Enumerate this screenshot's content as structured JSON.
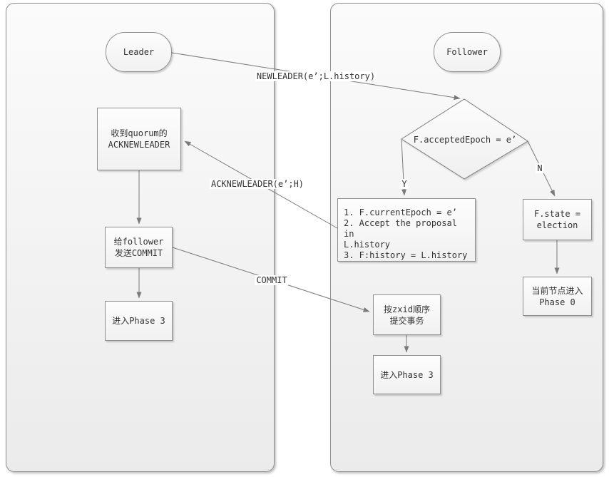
{
  "left_panel": {
    "start": "Leader",
    "recv_ack": "收到quorum的\nACKNEWLEADER",
    "send_commit": "给follower\n发送COMMIT",
    "enter_phase3": "进入Phase 3"
  },
  "right_panel": {
    "start": "Follower",
    "decision": "F.acceptedEpoch = e’",
    "accept_steps": "1. F.currentEpoch = e’\n2. Accept the proposal in\nL.history\n3. F:history = L.history",
    "state_election": "F.state =\nelection",
    "enter_phase0": "当前节点进入\nPhase 0",
    "commit_tx": "按zxid顺序\n提交事务",
    "enter_phase3": "进入Phase 3"
  },
  "edge_labels": {
    "newleader": "NEWLEADER(e’;L.history)",
    "acknewleader": "ACKNEWLEADER(e’;H)",
    "commit": "COMMIT",
    "yes": "Y",
    "no": "N"
  },
  "colors": {
    "node_border": "#8f8f8f",
    "edge_line": "#7a7a7a",
    "text": "#333333",
    "page_bg": "#ffffff"
  }
}
